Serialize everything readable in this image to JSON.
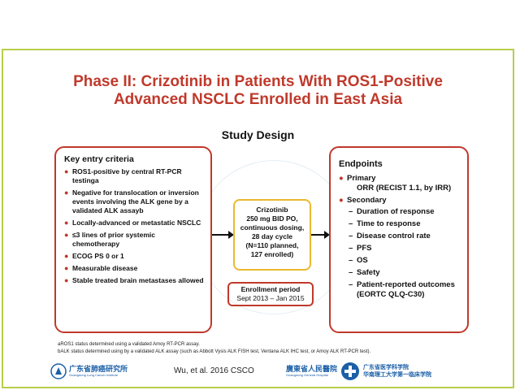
{
  "title": {
    "line1": "Phase II: Crizotinib in Patients With ROS1-Positive",
    "line2": "Advanced NSCLC Enrolled in East Asia"
  },
  "subtitle": "Study Design",
  "entry_criteria": {
    "heading": "Key entry criteria",
    "items": [
      "ROS1-positive by central RT-PCR testinga",
      "Negative for translocation or inversion events involving the ALK gene by a validated ALK assayb",
      "Locally-advanced or metastatic NSCLC",
      "≤3 lines of prior systemic chemotherapy",
      "ECOG PS 0 or 1",
      "Measurable disease",
      "Stable treated brain metastases allowed"
    ]
  },
  "treatment": {
    "drug": "Crizotinib",
    "line1": "250 mg BID PO,",
    "line2": "continuous dosing,",
    "line3": "28 day cycle",
    "line4": "(N=110 planned,",
    "line5": "127 enrolled)"
  },
  "enrollment": {
    "label": "Enrollment period",
    "period": "Sept 2013 – Jan 2015"
  },
  "endpoints": {
    "heading": "Endpoints",
    "primary_label": "Primary",
    "primary_value": "ORR (RECIST 1.1, by IRR)",
    "secondary_label": "Secondary",
    "secondary": [
      "Duration of response",
      "Time to response",
      "Disease control rate",
      "PFS",
      "OS",
      "Safety",
      "Patient-reported outcomes (EORTC QLQ-C30)"
    ]
  },
  "footnotes": [
    "aROS1 status determined using a validated Amoy RT-PCR assay.",
    "bALK status determined using by a validated ALK assay (such as Abbott Vysis ALK FISH test, Ventana ALK IHC test, or Amoy ALK RT-PCR test)."
  ],
  "citation": "Wu, et al. 2016 CSCO",
  "logos": {
    "left_name": "广东省肺癌研究所",
    "left_sub": "Guangdong Lung Cancer Institute",
    "right_name": "廣東省人民醫院",
    "right_sub": "Guangdong General Hospital",
    "right_name2": "广东省医学科学院",
    "right_name3": "华南理工大学第一临床学院"
  },
  "colors": {
    "title": "#c0392b",
    "box_border": "#c0392b",
    "drug_border": "#e9b92e",
    "frame": "#b7cf49",
    "logo": "#1b5fa8"
  }
}
